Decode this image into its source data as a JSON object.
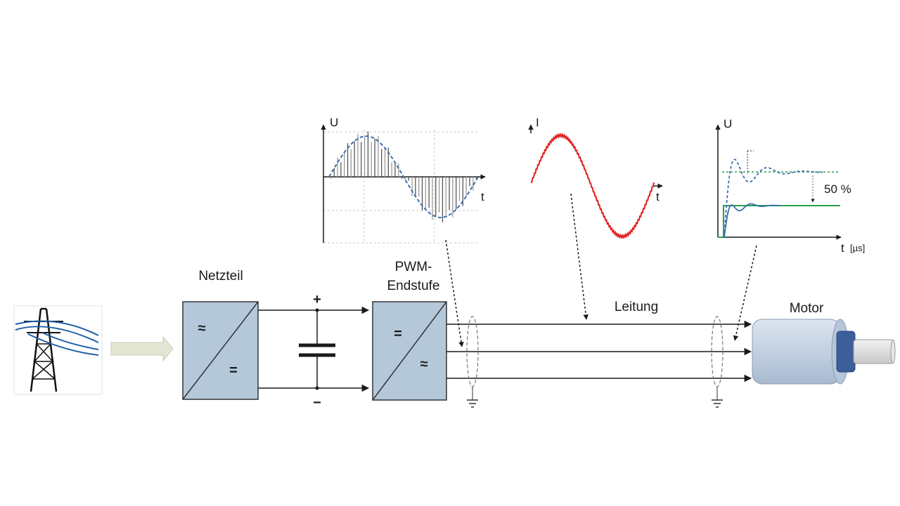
{
  "blocks": {
    "netzteil": {
      "label": "Netzteil",
      "symbol_top": "≈",
      "symbol_bottom": "="
    },
    "pwm": {
      "label_line1": "PWM-",
      "label_line2": "Endstufe",
      "symbol_top": "=",
      "symbol_bottom": "≈"
    },
    "leitung": {
      "label": "Leitung"
    },
    "motor": {
      "label": "Motor"
    }
  },
  "capacitor": {
    "plus": "+",
    "minus": "−"
  },
  "insets": {
    "pwm_voltage": {
      "y_label": "U",
      "x_label": "t"
    },
    "motor_current": {
      "y_label": "I",
      "x_label": "t"
    },
    "motor_voltage": {
      "y_label": "U",
      "x_label": "t",
      "x_unit": "[µs]",
      "annotation": "50 %"
    }
  },
  "colors": {
    "block_fill": "#b4c8da",
    "dashed_blue": "#3b6fb0",
    "current_red": "#e02020",
    "green": "#2aa048",
    "motor_body": "#c9d6e6",
    "motor_shaft": "#3c5e9a",
    "arrow_fill": "#e3e6d2"
  }
}
